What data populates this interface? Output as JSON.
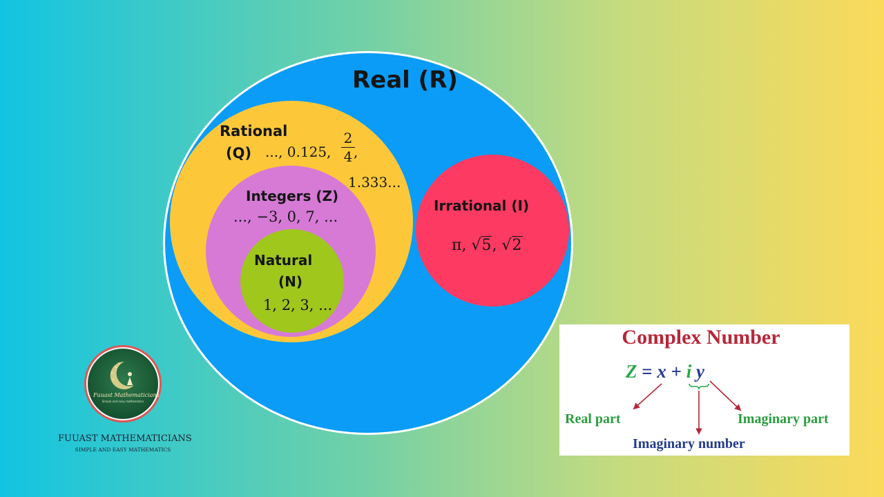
{
  "venn": {
    "real": {
      "title": "Real (R)"
    },
    "rational": {
      "name": "Rational",
      "symbol": "(Q)",
      "examples_1": "..., 0.125,",
      "fraction_num": "2",
      "fraction_den": "4",
      "fraction_comma": ",",
      "examples_2": "1.333..."
    },
    "integers": {
      "name": "Integers (Z)",
      "examples": "..., −3, 0, 7, ..."
    },
    "natural": {
      "name_line1": "Natural",
      "name_line2": "(N)",
      "examples": "1, 2, 3, ..."
    },
    "irrational": {
      "name": "Irrational (I)",
      "ex_pi": "π,",
      "sqrt_sign": "√",
      "ex_root1": "5",
      "comma": ",",
      "ex_root2": "2"
    }
  },
  "colors": {
    "real": "#0a9cf7",
    "rational": "#fcc83a",
    "integers": "#d67ad6",
    "natural": "#9fc71c",
    "irrational": "#fd3a62"
  },
  "logo": {
    "script": "Fuuast Mathematicians",
    "tagline": "Simple and easy mathematics",
    "org_name": "FUUAST MATHEMATICIANS",
    "org_tagline": "SIMPLE AND EASY MATHEMATICS"
  },
  "complex": {
    "title": "Complex Number",
    "formula": {
      "z": "Z",
      "eq": " = ",
      "x": "x",
      "plus": " + ",
      "i": "i",
      "y": " y"
    },
    "real_part": "Real part",
    "imaginary_part": "Imaginary part",
    "imaginary_number": "Imaginary number"
  }
}
